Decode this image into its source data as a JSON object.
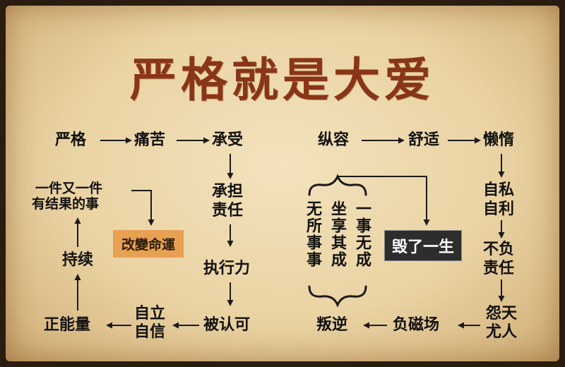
{
  "title": "严格就是大爱",
  "left_cycle": {
    "strict": "严格",
    "pain": "痛苦",
    "endure": "承受",
    "responsible": "承担责任",
    "execution": "执行力",
    "recognized": "被认可",
    "confidence": "自立自信",
    "positive": "正能量",
    "persist": "持续",
    "results_line1": "一件又一件",
    "results_line2": "有结果的事",
    "change_fate": "改變命運"
  },
  "right_cycle": {
    "indulge": "纵容",
    "comfort": "舒适",
    "lazy": "懒惰",
    "selfish": "自私自利",
    "irresponsible": "不负责任",
    "blame": "怨天尤人",
    "negative_field": "负磁场",
    "rebellion": "叛逆",
    "bracket_col1": "一事无成",
    "bracket_col2": "坐享其成",
    "bracket_col3": "无所事事",
    "ruin_life": "毁了一生"
  }
}
